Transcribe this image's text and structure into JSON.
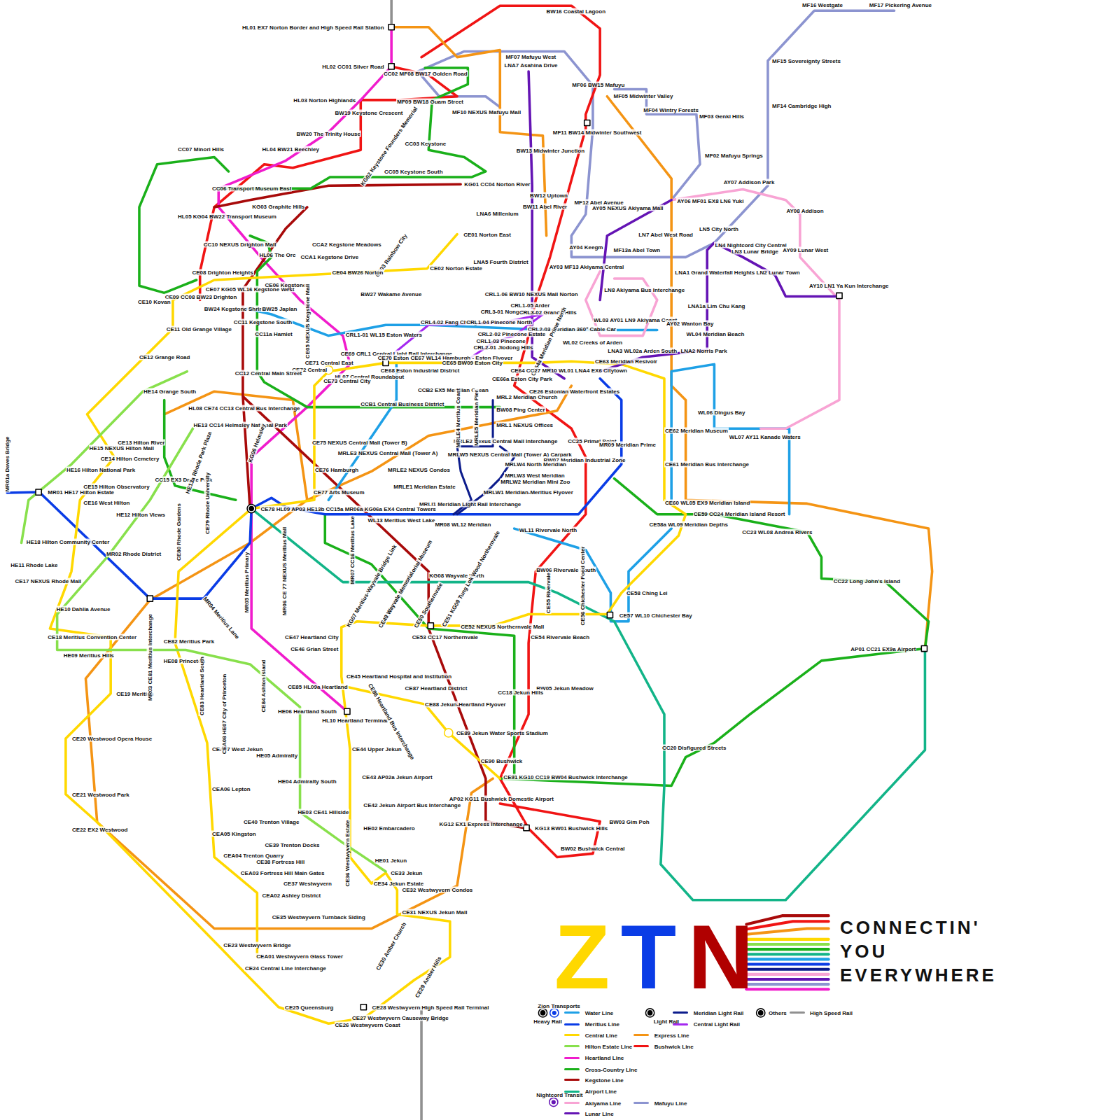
{
  "diagram": {
    "labels": [
      "HL01 EX7 Norton Border and High Speed Rail Station",
      "BW16 Coastal Lagoon",
      "MF16 Westgate",
      "MF17 Pickering Avenue",
      "MF15 Sovereignty Streets",
      "MF14 Cambridge High",
      "HL02 CC01 Silver Road",
      "CC02 MF08 BW17 Golden Road",
      "MF07 Mafuyu West",
      "LNA7 Asahina Drive",
      "MF06 BW15 Mafuyu",
      "MF05 Midwinter Valley",
      "MF04 Wintry Forests",
      "MF03 Genki Hills",
      "HL03 Norton Highlands",
      "MF09 BW18 Guam Street",
      "BW19 Keystone Crescent",
      "MF10 NEXUS Mafuyu Mall",
      "MF11 BW14 Midwinter Southwest",
      "BW20 The Trinity House",
      "CC03 Keystone",
      "KG02 Keystone Founders Memorial",
      "BW13 Midwinter Junction",
      "MF02 Mafuyu Springs",
      "CC07 Minori Hills",
      "HL04 BW21 Beechley",
      "CC05 Keystone South",
      "KG01 CC04 Norton River",
      "AY07 Addison Park",
      "CC06 Transport Museum East",
      "BW12 Uptown",
      "MF12 Abel Avenue",
      "AY06 MF01 EX8 LN6 Yuki",
      "KG03 Graphite Hills",
      "BW11 Abel River",
      "AY05 NEXUS Akiyama Mall",
      "AY08 Addison",
      "HL05 KG04 BW22 Transport Museum",
      "LNA6 Millenium",
      "LN5 City North",
      "LN7 Abel West Road",
      "CE01 Norton East",
      "CCA2 Kegstone Meadows",
      "CC10 NEXUS Drighton Mall",
      "AY04 Keegm",
      "LN4 Nightcord City Central",
      "MF13a Abel Town",
      "LN3 Lunar Bridge",
      "AY09 Lunar West",
      "HL06 The Orc",
      "CCA1 Kegstone Drive",
      "CE03 Rainbow City",
      "LNA5 Fourth District",
      "AY03 MF13 Akiyama Central",
      "CE02 Norton Estate",
      "CE08 Drighton Heights",
      "CE04 BW26 Norton",
      "LNA1 Grand Waterfall Heights",
      "LN2 Lunar Town",
      "AY10 LN1 Ya Kun Interchange",
      "CE07 KG05 WL16 Kegstone West",
      "CE06 Kegstone",
      "LN8 Akiyama Bus Interchange",
      "BW27 Wakame Avenue",
      "CE09 CC08 BW23 Drighton",
      "CE10 Kovan",
      "CRL1-06 BW10 NEXUS Mall Norton",
      "LNA1a Lim Chu Kang",
      "BW24 Kegstone Shrine",
      "BW25 Japlan",
      "CRL1-05 Arder",
      "CRL3-01 Nong Ping",
      "CRL3-02 Grande Hills",
      "CE05 NEXUS Kegstone Mall",
      "CC11 Kegstone South",
      "CRL4-02 Fang Cheng",
      "CRL1-04 Pinecone North",
      "CRL2-03 Meridian 360° Cable Car",
      "WL03 AY01 LN9 Akiyama Coast",
      "AY02 Wanton Bay",
      "CE11 Old Grange Village",
      "CC11a Hamlet",
      "CRL1-01 WL15 Eston Waters",
      "CRL2-02 Pinecone Estate",
      "CE64a Meridian Prime North",
      "WL04 Meridian Beach",
      "CRL1-03 Pinecone",
      "WL02 Creeks of Arden",
      "CRL2-01 Jiodong Hills",
      "CE69 CRL1 Central Light Rail Interchange",
      "CE70 Eston CE67 WL14 Hamburgh - Eston Flyover",
      "LNA3 WL02a Arden South",
      "LNA2 Norris Park",
      "CE12 Grange Road",
      "CE71 Central East",
      "CE65 BW09 Eston City",
      "CE63 Meridian Resivoir",
      "CE72 Central",
      "CE68 Eston Industrial District",
      "CC12 Central Main Street",
      "HL07 Central Roundabout",
      "CE64 CC27 MR10 WL01 LNA4 EX6 Citytown",
      "CE66a Eston City Park",
      "CE73 Central City",
      "CCB2 EX5 Meridian Ocean",
      "CE26 Estonian Waterfront Estates",
      "HE14 Grange South",
      "MRL2 Meridian Church",
      "CCB1 Central Business District",
      "BW08 Ping Center",
      "HL08 CE74 CC13 Central Bus Interchange",
      "HE13 CC14 Helmsley National Park",
      "MRL1 NEXUS Offices",
      "CE62 Meridian Museum",
      "WL06 Dingus Bay",
      "WL07 AY11 Kanade Waters",
      "CE13 Hilton River",
      "CE75 NEXUS Central Mall (Tower B)",
      "MRLE2 Nexus Central Mall Interchange",
      "CC25 Primal Point",
      "MR09 Meridian Prime",
      "HE15 NEXUS Hilton Mall",
      "MRLE3 NEXUS Central Mall (Tower A)",
      "MRLW5 NEXUS Central Mall (Tower A) Carpark",
      "BW07 Meridian Industrial Zone",
      "CE14 Hilton Cemetery",
      "MRLW4 North Meridian",
      "CE61 Meridian Bus Interchange",
      "HE16 Hilton National Park",
      "CE76 Hamburgh",
      "MRLE2 NEXUS Condos",
      "MRLW3 West Meridian",
      "CC15 EX3 Drake Park",
      "MRLW2 Meridian Mini Zoo",
      "CE15 Hilton Observatory",
      "MRLE1 Meridian Estate",
      "MR01 HE17 Hilton Estate",
      "CE77 Arts Museum",
      "MRLW1 Meridian-Meritius Flyover",
      "CE16 West Hilton",
      "CE60 WL05 EX9 Meridian Island",
      "MRLI1 Meridian Light Rail Interchange",
      "HE12 Hilton Views",
      "CE78 HL09 AP03 HE13b CC15a MR06a KG06a EX4 Central Towers",
      "CE59 CC24 Meridian Island Resort",
      "WL13 Meritius West Lake",
      "MR08 WL12 Meridian",
      "CE58a WL09 Meridian Depths",
      "WL11 Rivervale North",
      "CC23 WL08 Andrea Rivers",
      "HE18 Hilton Community Center",
      "MR02 Rhode District",
      "HE11 Rhode Lake",
      "BW06 Rivervale South",
      "KG08 Wayvale North",
      "CC22 Long John's Island",
      "CE17 NEXUS Rhode Mall",
      "CE58 Ching Lei",
      "HE10 Dahlia Avenue",
      "CE52 NEXUS Northernvale Mall",
      "CE57 WL10 Chichester Bay",
      "CE53 CC17 Northernvale",
      "CE54 Rivervale Beach",
      "CE47 Heartland City",
      "CE18 Meritius Convention Center",
      "CE82 Meritius Park",
      "AP01 CC21 EX9a Airport",
      "HE09 Meritius Hills",
      "CE46 Grian Street",
      "HE08 Princeton",
      "CE45 Heartland Hospital and Institution",
      "CE85 HL09a Heartland",
      "CE87 Heartland District",
      "BW05 Jekun Meadow",
      "CC18 Jekun Hills",
      "CE19 Meritius",
      "CE88 Jekun-Heartland Flyover",
      "HE06 Heartland South",
      "HL10 Heartland Terminal",
      "CE89 Jekun Water Sports Stadium",
      "CE20 Westwood Opera House",
      "CE44 Upper Jekun",
      "CC20 Disfigured Streets",
      "HE05 Admiralty",
      "CE90 Bushwick",
      "CEA07 West Jekun",
      "CE91 KG10 CC19 BW04 Bushwick Interchange",
      "CE43 AP02a Jekun Airport",
      "HE04 Admiralty South",
      "CEA06 Lepton",
      "CE21 Westwood Park",
      "AP02 KG11 Bushwick Domestic Airport",
      "CE42 Jekun Airport Bus Interchange",
      "HE03 CE41 Hillside",
      "BW03 Gim Poh",
      "KG12 EX1 Express Interchange",
      "CE40 Trenton Village",
      "KG13 BW01 Bushwick Hills",
      "HE02 Embarcadero",
      "CE22 EX2 Westwood",
      "CEA05 Kingston",
      "CE39 Trenton Docks",
      "BW02 Bushwick Central",
      "CEA04 Trenton Quarry",
      "CE38 Fortress Hill",
      "HE01 Jekun",
      "CEA03 Fortress Hill Main Gates",
      "CE33 Jekun",
      "CE37 Westwyvern",
      "CE34 Jekun Estate",
      "CEA02 Ashley District",
      "CE32 Westwyvern Condos",
      "CE35 Westwyvern Turnback Siding",
      "CE31 NEXUS Jekun Mall",
      "CE30 Amber Church",
      "CE23 Westwyvern Bridge",
      "CEA01 Westwyvern Glass Tower",
      "CE24 Central Line Interchange",
      "CE29 Amber Hills",
      "CE25 Queensburg",
      "CE28 Westwyvern High Speed Rail Terminal",
      "CE27 Westwyvern Causeway Bridge",
      "CE26 Westwyvern Coast",
      "CE56 Chichester Food Center",
      "CE55 Rivervale",
      "MR01a Daves Bridge",
      "MR03 CE81 Meritius Interchange",
      "MR04 Meritius Lane",
      "MR05 Meritius Primary",
      "MR06 CE 77 NEXUS Meritius Mall",
      "MR07 CC16 Meritius Lake",
      "KG07 Meritius-Wayvale Bridge Link",
      "CE48 Wayvale Memorial Museum",
      "CE49 Wayvale Memorial",
      "CE50 Southernvale",
      "CE51 KG09 Tung Lok Wood Northernvale",
      "CE80 Rhode Gardens",
      "CE79 Rhode University",
      "HE13a Rhode Park Plaza",
      "KG06 Helmsley",
      "CE83 Heartland South",
      "CEA08 HE07 City of Princeton",
      "CE84 Ashton Island",
      "CE86 Heartland Bus Interchange",
      "CE36 Westwyvern Estate",
      "MRLE4 Meritius Coast",
      "MRLE5 Meridian Pier",
      "Z",
      "T",
      "N",
      "CONNECTIN' YOU EVERYWHERE",
      "Zion Transports",
      "Heavy Rail",
      "Light Rail",
      "Others",
      "Nightcord Transit"
    ],
    "legend": [
      {
        "text": "Water Line",
        "color": "#1ea0e6"
      },
      {
        "text": "Meritius Line",
        "color": "#0a3ce6"
      },
      {
        "text": "Central Line",
        "color": "#ffd800"
      },
      {
        "text": "Hilton Estate Line",
        "color": "#88e04c"
      },
      {
        "text": "Heartland Line",
        "color": "#f01ccc"
      },
      {
        "text": "Cross-Country Line",
        "color": "#1ab01a"
      },
      {
        "text": "Kegstone Line",
        "color": "#a80a0a"
      },
      {
        "text": "Airport Line",
        "color": "#12b488"
      },
      {
        "text": "Akiyama Line",
        "color": "#f8a4d4"
      },
      {
        "text": "Lunar Line",
        "color": "#6414b4"
      },
      {
        "text": "Meridian Light Rail",
        "color": "#0c1c8c"
      },
      {
        "text": "Central Light Rail",
        "color": "#a428f0"
      },
      {
        "text": "Express Line",
        "color": "#f49414"
      },
      {
        "text": "Bushwick Line",
        "color": "#f01414"
      },
      {
        "text": "Mafuyu Line",
        "color": "#8c94d0"
      },
      {
        "text": "High Speed Rail",
        "color": "#909090"
      }
    ]
  }
}
